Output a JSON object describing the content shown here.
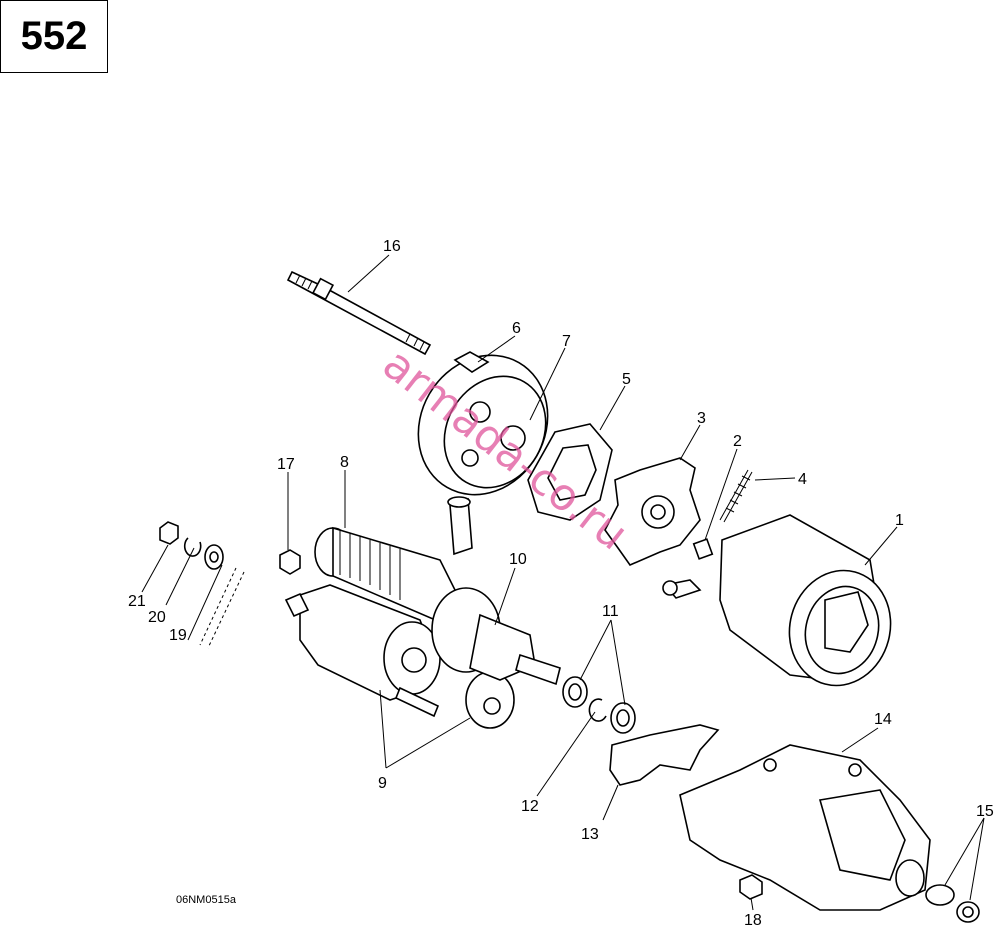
{
  "page_number": "552",
  "drawing_code": "06NM0515a",
  "watermark": "armada-co.ru",
  "callouts": [
    "1",
    "2",
    "3",
    "4",
    "5",
    "6",
    "7",
    "8",
    "9",
    "10",
    "11",
    "12",
    "13",
    "14",
    "15",
    "16",
    "17",
    "18",
    "19",
    "20",
    "21"
  ]
}
